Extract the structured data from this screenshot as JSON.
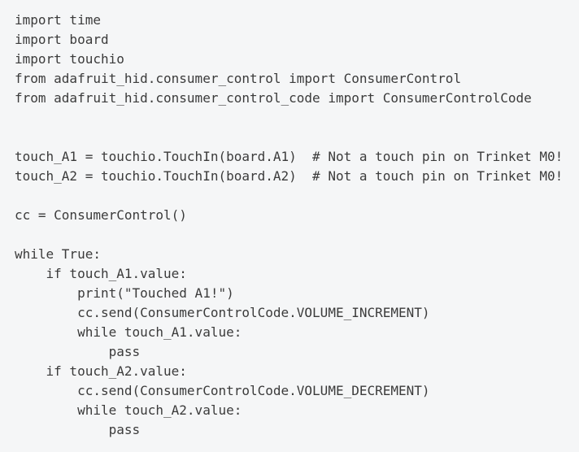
{
  "code_block": {
    "language": "python",
    "colors": {
      "background": "#f5f6f7",
      "text": "#3b3b3b"
    },
    "lines": [
      "import time",
      "import board",
      "import touchio",
      "from adafruit_hid.consumer_control import ConsumerControl",
      "from adafruit_hid.consumer_control_code import ConsumerControlCode",
      "",
      "",
      "touch_A1 = touchio.TouchIn(board.A1)  # Not a touch pin on Trinket M0!",
      "touch_A2 = touchio.TouchIn(board.A2)  # Not a touch pin on Trinket M0!",
      "",
      "cc = ConsumerControl()",
      "",
      "while True:",
      "    if touch_A1.value:",
      "        print(\"Touched A1!\")",
      "        cc.send(ConsumerControlCode.VOLUME_INCREMENT)",
      "        while touch_A1.value:",
      "            pass",
      "    if touch_A2.value:",
      "        cc.send(ConsumerControlCode.VOLUME_DECREMENT)",
      "        while touch_A2.value:",
      "            pass"
    ]
  }
}
